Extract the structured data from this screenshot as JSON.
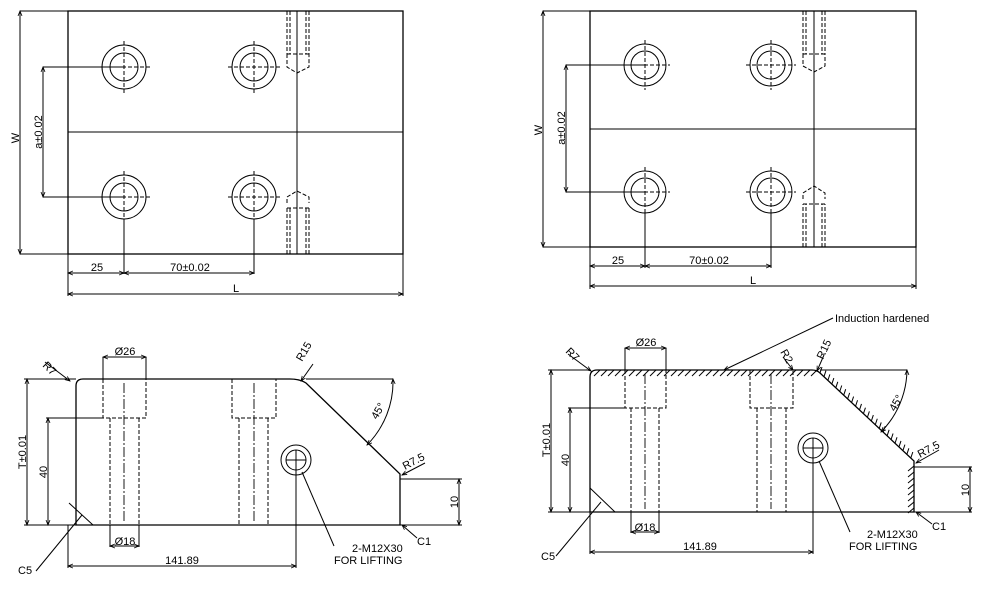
{
  "drawing": {
    "views": [
      {
        "id": "top-left-plan",
        "labels": {
          "width": "W",
          "hole_pitch_y": "a±0.02",
          "edge_offset": "25",
          "hole_pitch_x": "70±0.02",
          "length": "L"
        }
      },
      {
        "id": "bottom-left-section",
        "labels": {
          "r_top_left": "R7",
          "cbore_dia": "Ø26",
          "r_top_right": "R15",
          "angle": "45°",
          "r_step": "R7.5",
          "thickness": "T±0.01",
          "depth": "40",
          "step_height": "10",
          "chamfer_bottom_left": "C5",
          "thru_dia": "Ø18",
          "chamfer_bottom_right": "C1",
          "hole_pos": "141.89",
          "lifting_note_1": "2-M12X30",
          "lifting_note_2": "FOR LIFTING"
        }
      },
      {
        "id": "top-right-plan",
        "labels": {
          "width": "W",
          "hole_pitch_y": "a±0.02",
          "edge_offset": "25",
          "hole_pitch_x": "70±0.02",
          "length": "L"
        }
      },
      {
        "id": "bottom-right-section",
        "labels": {
          "hardening_note": "Induction hardened",
          "r_top_left": "R7",
          "cbore_dia": "Ø26",
          "r_small": "R2",
          "r_top_right": "R15",
          "angle": "45°",
          "r_step": "R7.5",
          "thickness": "T±0.01",
          "depth": "40",
          "step_height": "10",
          "chamfer_bottom_left": "C5",
          "thru_dia": "Ø18",
          "chamfer_bottom_right": "C1",
          "hole_pos": "141.89",
          "lifting_note_1": "2-M12X30",
          "lifting_note_2": "FOR LIFTING"
        }
      }
    ]
  }
}
